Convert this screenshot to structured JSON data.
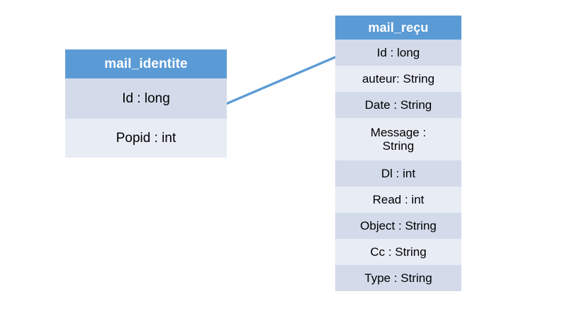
{
  "diagram": {
    "type": "entity-relationship-diagram",
    "background_color": "#FFFFFF",
    "header_color": "#5B9BD5",
    "row_color_dark": "#D3DBEA",
    "row_color_light": "#E8ECF5",
    "connector_color": "#5B9BD5"
  },
  "entities": [
    {
      "id": "mail_identite",
      "title": "mail_identite",
      "fields": [
        {
          "label": "Id : long"
        },
        {
          "label": "Popid : int"
        }
      ]
    },
    {
      "id": "mail_recu",
      "title": "mail_reçu",
      "fields": [
        {
          "label": "Id : long"
        },
        {
          "label": "auteur: String"
        },
        {
          "label": "Date : String"
        },
        {
          "label": "Message : String",
          "line1": "Message :",
          "line2": "String"
        },
        {
          "label": "Dl : int"
        },
        {
          "label": "Read : int"
        },
        {
          "label": "Object : String"
        },
        {
          "label": "Cc : String"
        },
        {
          "label": "Type : String"
        }
      ]
    }
  ],
  "relationship": {
    "from_entity": "mail_identite",
    "from_field": "Id : long",
    "to_entity": "mail_recu",
    "to_field": "Id : long"
  }
}
